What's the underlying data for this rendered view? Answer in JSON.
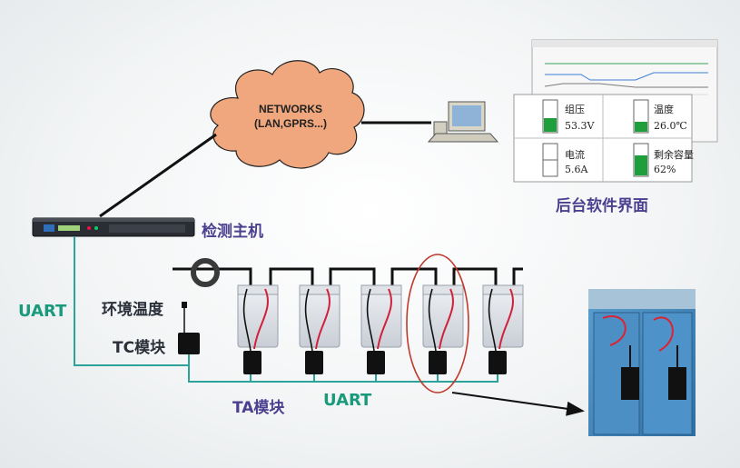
{
  "cloud": {
    "line1": "NETWORKS",
    "line2": "(LAN,GPRS...)"
  },
  "labels": {
    "host": "检测主机",
    "backend_ui": "后台软件界面",
    "uart_left": "UART",
    "env_temp": "环境温度",
    "tc_module": "TC模块",
    "ta_module": "TA模块",
    "uart_bottom": "UART"
  },
  "software_panels": [
    {
      "label": "组压",
      "value": "53.3V",
      "fill": 0.45
    },
    {
      "label": "温度",
      "value": "26.0℃",
      "fill": 0.3
    },
    {
      "label": "电流",
      "value": "5.6A",
      "fill": 0.0
    },
    {
      "label": "剩余容量",
      "value": "62%",
      "fill": 0.62
    }
  ],
  "colors": {
    "cloud": "#f0a77d",
    "purple_label": "#4b3f8f",
    "teal_label": "#1a9a7c",
    "bus_line": "#2ca39a",
    "panel_green": "#1f9e3c",
    "highlight_ring": "#c0392b"
  }
}
